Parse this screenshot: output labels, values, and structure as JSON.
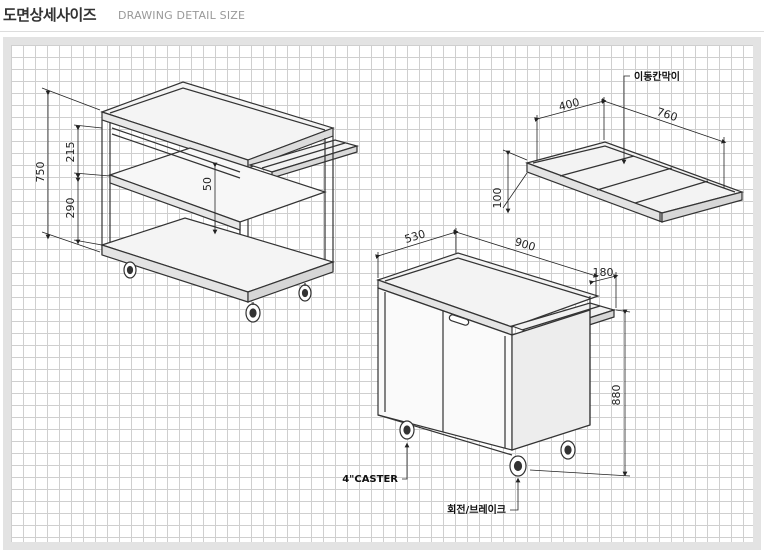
{
  "header": {
    "title_ko": "도면상세사이즈",
    "title_en": "DRAWING DETAIL SIZE"
  },
  "drawing": {
    "cart_left": {
      "dim_height_total": "750",
      "dim_upper": "215",
      "dim_lower": "290",
      "dim_shelf_gap": "50"
    },
    "divider": {
      "callout": "이동칸막이",
      "dim_depth": "400",
      "dim_width": "760",
      "dim_height": "100"
    },
    "cart_right": {
      "dim_depth": "530",
      "dim_width": "900",
      "dim_shelf": "180",
      "dim_height": "880",
      "caster_label": "4\"CASTER",
      "brake_label": "회전/브레이크"
    }
  }
}
